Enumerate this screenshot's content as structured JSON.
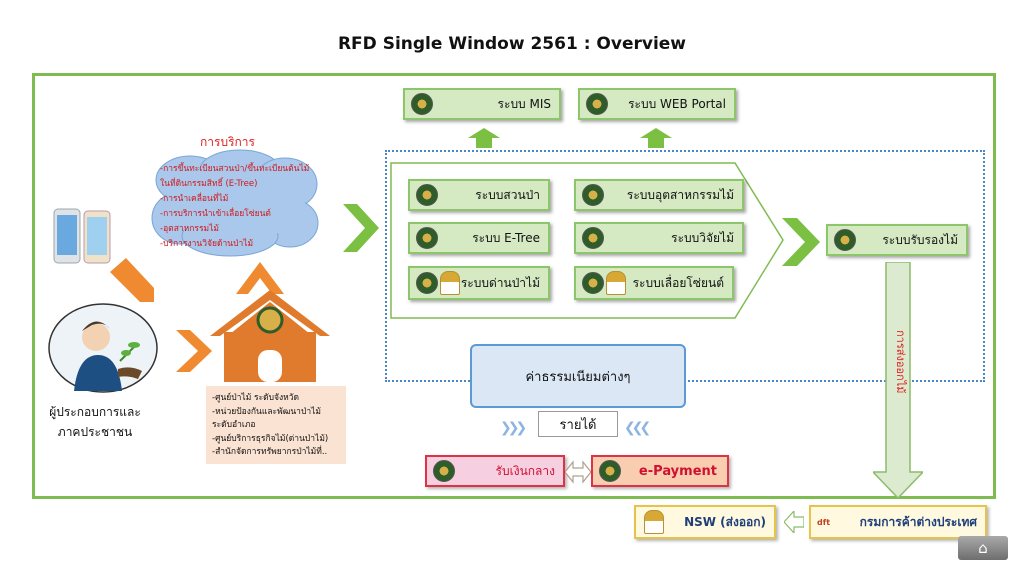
{
  "title": "RFD Single Window 2561 : Overview",
  "top_systems": [
    {
      "label": "ระบบ MIS"
    },
    {
      "label": "ระบบ WEB Portal"
    }
  ],
  "core_systems": [
    {
      "label": "ระบบสวนป่า"
    },
    {
      "label": "ระบบอุตสาหกรรมไม้"
    },
    {
      "label": "ระบบ E-Tree"
    },
    {
      "label": "ระบบวิจัยไม้"
    },
    {
      "label": "ระบบด่านป่าไม้"
    },
    {
      "label": "ระบบเลื่อยโซ่ยนต์"
    }
  ],
  "certify_system": {
    "label": "ระบบรับรองไม้"
  },
  "services": {
    "title": "การบริการ",
    "items": [
      "-การขึ้นทะเบียนสวนป่า/ขึ้นทะเบียนต้นไม้ในที่ดินกรรมสิทธิ์ (E-Tree)",
      "-การนำเคลื่อนที่ไม้",
      "-การบริการนำเข้าเลื่อยโซ่ยนต์",
      "-อุตสาหกรรมไม้",
      "-บริการงานวิจัยด้านป่าไม้"
    ]
  },
  "operator": {
    "label_line1": "ผู้ประกอบการและ",
    "label_line2": "ภาคประชาชน"
  },
  "offices": [
    "-ศูนย์ป่าไม้ ระดับจังหวัด",
    "-หน่วยป้องกันและพัฒนาป่าไม้ระดับอำเภอ",
    "-ศูนย์บริการธุรกิจไม้(ด่านป่าไม้)",
    "-สำนักจัดการทรัพยากรป่าไม้ที่.."
  ],
  "fees": {
    "label": "ค่าธรรมเนียมต่างๆ"
  },
  "income": {
    "label": "รายได้"
  },
  "payment": {
    "central": "รับเงินกลาง",
    "epayment": "e-Payment"
  },
  "export": {
    "label": "การส่งออกไม้"
  },
  "nsw": {
    "label": "NSW (ส่งออก)"
  },
  "dft": {
    "label": "กรมการค้าต่างประเทศ",
    "logo_text": "dft"
  },
  "colors": {
    "frame": "#7ebc51",
    "green_box": "#d5eac3",
    "arrow_orange": "#f08a30",
    "arrow_green": "#7cc043",
    "dotted": "#4a86c5"
  }
}
